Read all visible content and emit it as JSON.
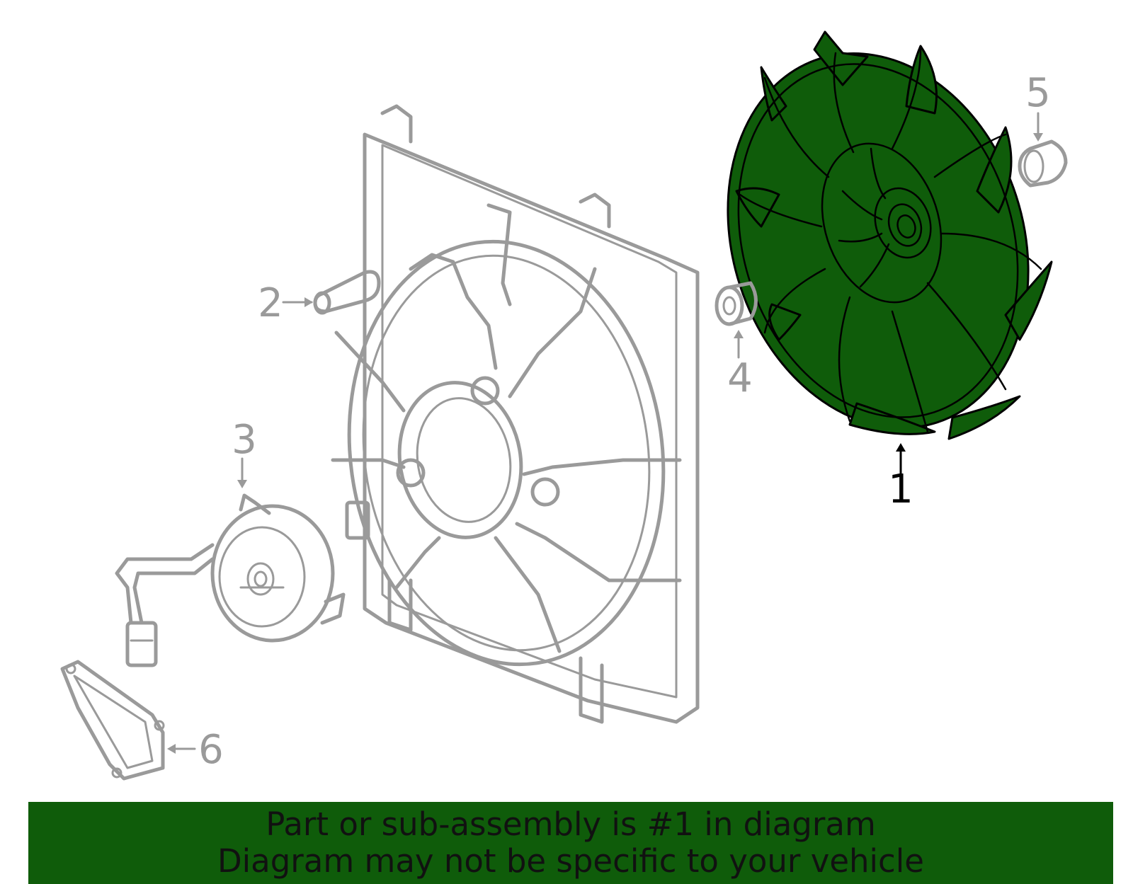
{
  "callouts": [
    {
      "number": "1",
      "highlighted": true
    },
    {
      "number": "2",
      "highlighted": false
    },
    {
      "number": "3",
      "highlighted": false
    },
    {
      "number": "4",
      "highlighted": false
    },
    {
      "number": "5",
      "highlighted": false
    },
    {
      "number": "6",
      "highlighted": false
    }
  ],
  "banner": {
    "line1": "Part or sub-assembly is #1 in diagram",
    "line2": "Diagram may not be specific to your vehicle"
  },
  "colors": {
    "highlight": "#0f5c0a",
    "line_art": "#9a9a9a",
    "outline": "#000000",
    "banner_bg": "#0f5c0a"
  }
}
